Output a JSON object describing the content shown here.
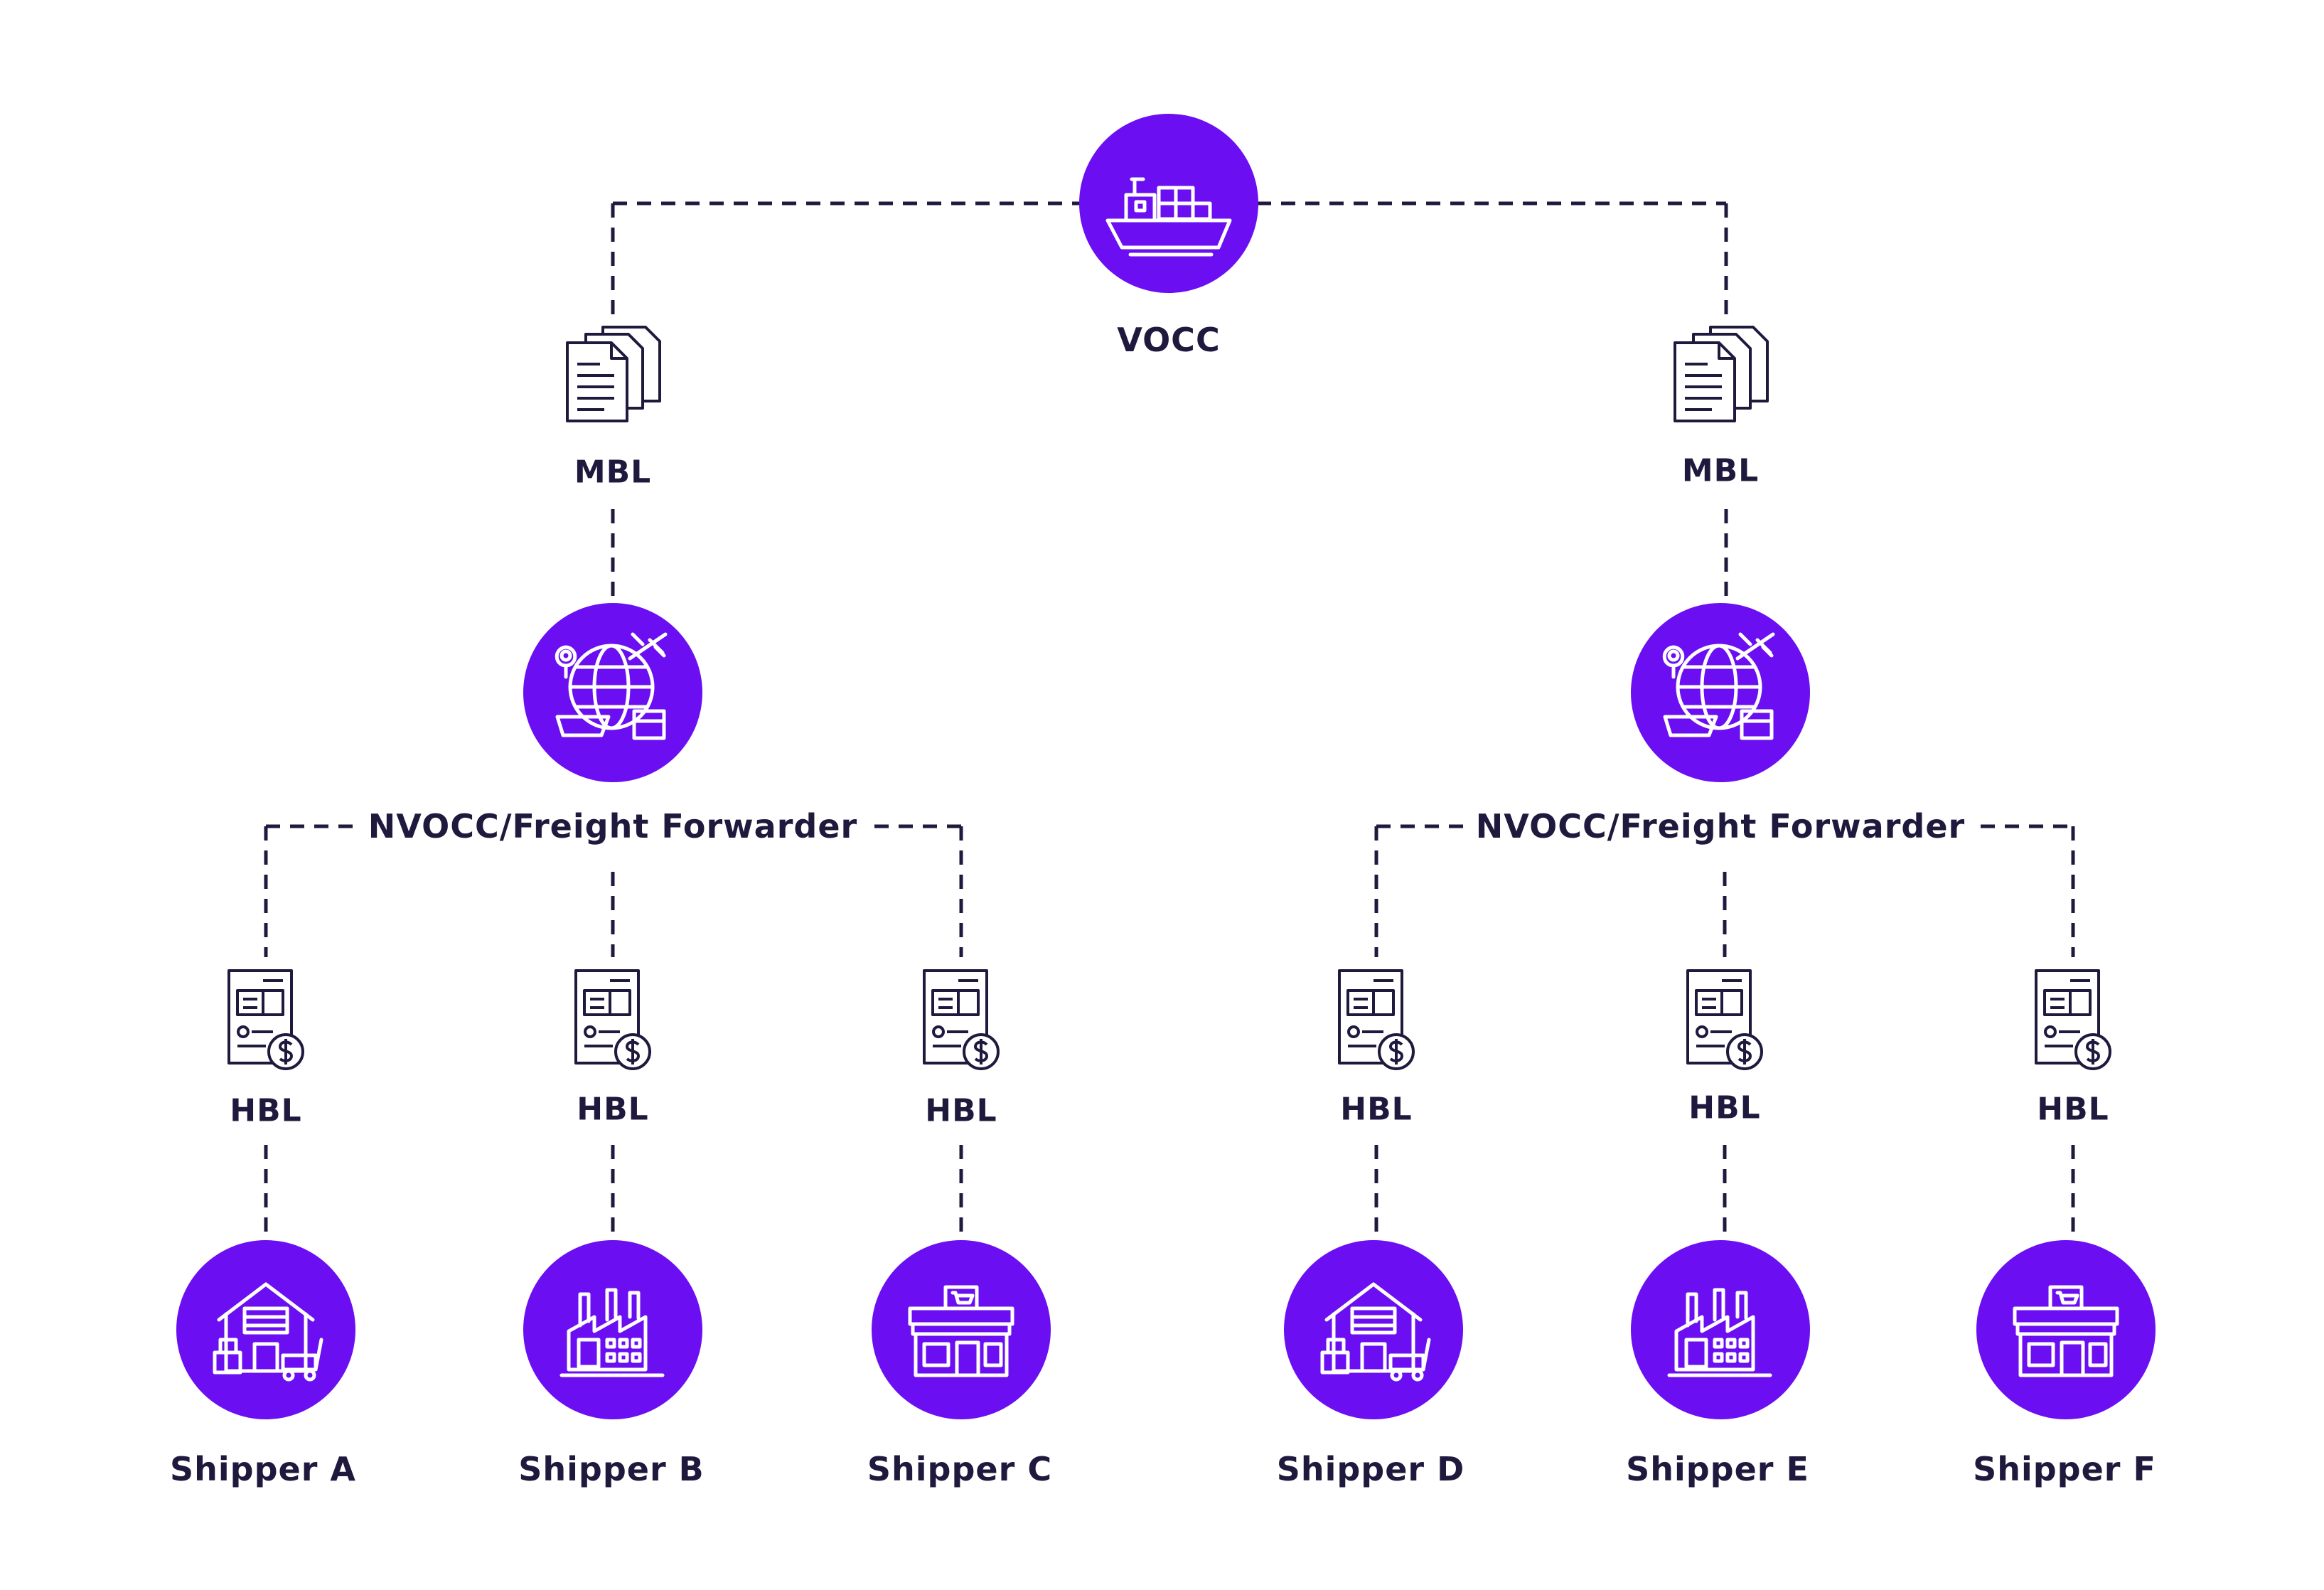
{
  "colors": {
    "accent": "#6b0ff2",
    "line": "#1f1a3d",
    "text": "#1f1a3d",
    "icon_on_accent": "#ffffff"
  },
  "top": {
    "label": "VOCC",
    "icon": "cargo-ship-icon"
  },
  "branches": [
    {
      "mbl_label": "MBL",
      "mbl_icon": "documents-stack-icon",
      "forwarder_label": "NVOCC/Freight Forwarder",
      "forwarder_icon": "global-logistics-icon",
      "hbls": [
        {
          "label": "HBL",
          "icon": "invoice-dollar-icon",
          "shipper": "Shipper A",
          "shipper_icon": "warehouse-icon"
        },
        {
          "label": "HBL",
          "icon": "invoice-dollar-icon",
          "shipper": "Shipper B",
          "shipper_icon": "factory-icon"
        },
        {
          "label": "HBL",
          "icon": "invoice-dollar-icon",
          "shipper": "Shipper C",
          "shipper_icon": "shop-icon"
        }
      ]
    },
    {
      "mbl_label": "MBL",
      "mbl_icon": "documents-stack-icon",
      "forwarder_label": "NVOCC/Freight Forwarder",
      "forwarder_icon": "global-logistics-icon",
      "hbls": [
        {
          "label": "HBL",
          "icon": "invoice-dollar-icon",
          "shipper": "Shipper D",
          "shipper_icon": "warehouse-icon"
        },
        {
          "label": "HBL",
          "icon": "invoice-dollar-icon",
          "shipper": "Shipper E",
          "shipper_icon": "factory-icon"
        },
        {
          "label": "HBL",
          "icon": "invoice-dollar-icon",
          "shipper": "Shipper F",
          "shipper_icon": "shop-icon"
        }
      ]
    }
  ]
}
